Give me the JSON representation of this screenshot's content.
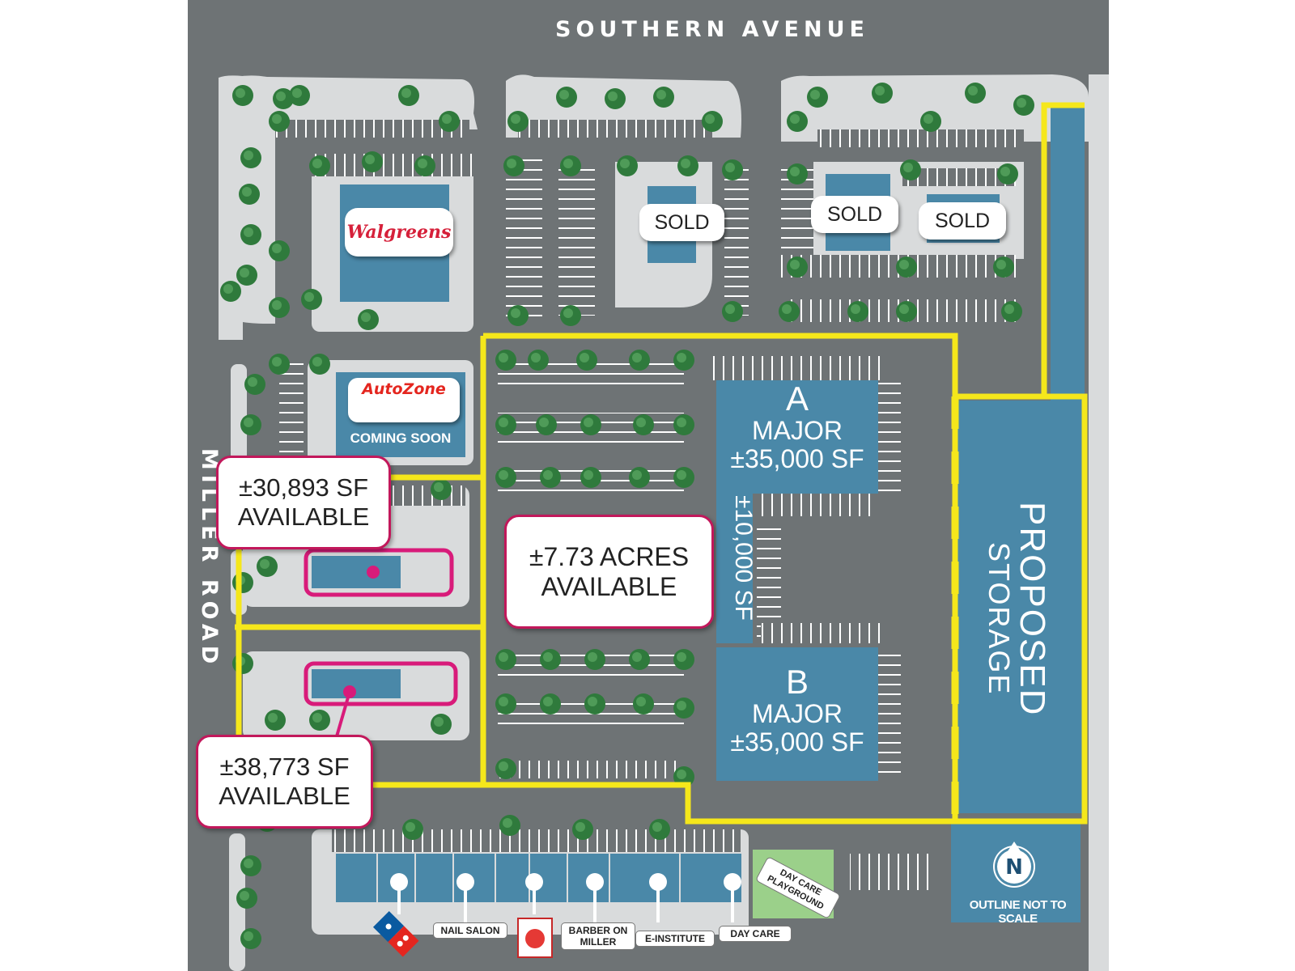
{
  "streets": {
    "north": "SOUTHERN AVENUE",
    "west": "MILLER ROAD"
  },
  "anchors": {
    "walgreens": "Walgreens",
    "autozone": "AutoZone",
    "autozone_status": "COMING SOON"
  },
  "sold_labels": [
    "SOLD",
    "SOLD",
    "SOLD"
  ],
  "major_a": {
    "letter": "A",
    "type": "MAJOR",
    "size": "±35,000 SF"
  },
  "major_b": {
    "letter": "B",
    "type": "MAJOR",
    "size": "±35,000 SF"
  },
  "shop_10k": "±10,000 SF",
  "storage": {
    "line1": "PROPOSED",
    "line2": "STORAGE"
  },
  "available": {
    "acres": {
      "line1": "±7.73 ACRES",
      "line2": "AVAILABLE"
    },
    "pad_north": {
      "line1": "±30,893  SF",
      "line2": "AVAILABLE"
    },
    "pad_south": {
      "line1": "±38,773  SF",
      "line2": "AVAILABLE"
    }
  },
  "tenants": [
    "NAIL SALON",
    "BARBER ON MILLER",
    "E-INSTITUTE",
    "DAY CARE"
  ],
  "playground": "DAY CARE PLAYGROUND",
  "north_arrow": "N",
  "scale_note": "OUTLINE NOT TO SCALE",
  "colors": {
    "asphalt": "#6e7375",
    "landscape": "#d9dbdc",
    "building": "#4a88a8",
    "tree": "#2f7a3c",
    "available_outline": "#f5e71b",
    "pad_outline": "#d81b7a",
    "playground": "#9bd08a"
  }
}
